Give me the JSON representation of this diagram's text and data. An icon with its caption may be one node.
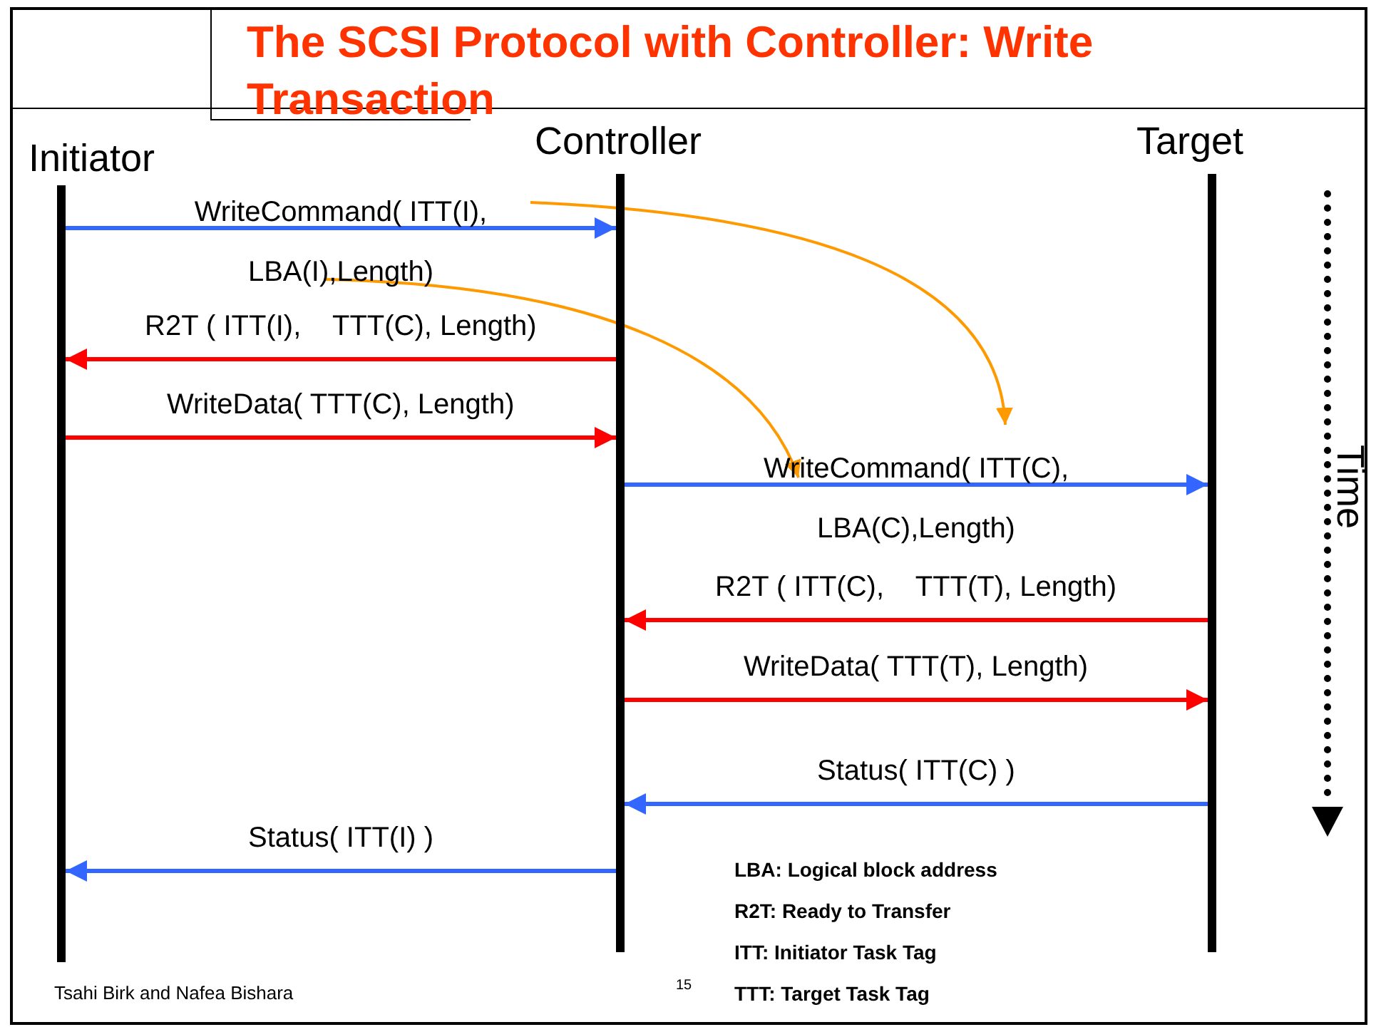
{
  "diagram": {
    "title": "The SCSI Protocol with Controller: Write Transaction",
    "nodes": [
      {
        "text": [
          "Initiator"
        ]
      },
      {
        "text": [
          "Controller"
        ]
      },
      {
        "text": [
          "Target"
        ]
      }
    ],
    "edges": [
      {
        "from": 0,
        "to": 1,
        "arrow": "to",
        "label": "WriteCommand( ITT(I), LBA(I),Length)",
        "color": "#3366ff"
      },
      {
        "from": 1,
        "to": 0,
        "arrow": "to",
        "label": "R2T ( ITT(I),    TTT(C), Length)",
        "color": "#ff0000"
      },
      {
        "from": 0,
        "to": 1,
        "arrow": "to",
        "label": "WriteData( TTT(C), Length)",
        "color": "#ff0000"
      },
      {
        "from": 1,
        "to": 2,
        "arrow": "to",
        "label": "WriteCommand( ITT(C), LBA(C),Length)",
        "color": "#3366ff"
      },
      {
        "from": 2,
        "to": 1,
        "arrow": "to",
        "label": "R2T ( ITT(C),    TTT(T), Length)",
        "color": "#ff0000"
      },
      {
        "from": 1,
        "to": 2,
        "arrow": "to",
        "label": "WriteData( TTT(T), Length)",
        "color": "#ff0000"
      },
      {
        "from": 2,
        "to": 1,
        "arrow": "to",
        "label": "Status( ITT(C) )",
        "color": "#3366ff"
      },
      {
        "from": 1,
        "to": 0,
        "arrow": "to",
        "label": "Status( ITT(I) )",
        "color": "#3366ff"
      }
    ],
    "labels": [
      "Time",
      "LBA: Logical block address",
      "R2T: Ready to Transfer",
      "ITT: Initiator Task Tag",
      "TTT: Target Task Tag",
      "Tsahi Birk and Nafea Bishara",
      "15"
    ]
  }
}
